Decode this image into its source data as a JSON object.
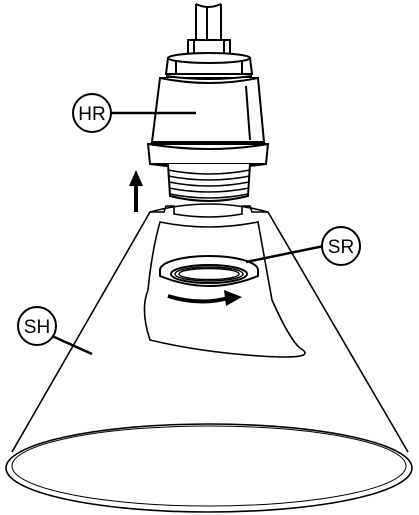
{
  "labels": {
    "hr": "HR",
    "sr": "SR",
    "sh": "SH"
  },
  "colors": {
    "stroke": "#000000",
    "fill": "#ffffff"
  },
  "icons": {
    "arrow_up": "arrow-up-icon",
    "arrow_right": "rotate-arrow-icon"
  }
}
